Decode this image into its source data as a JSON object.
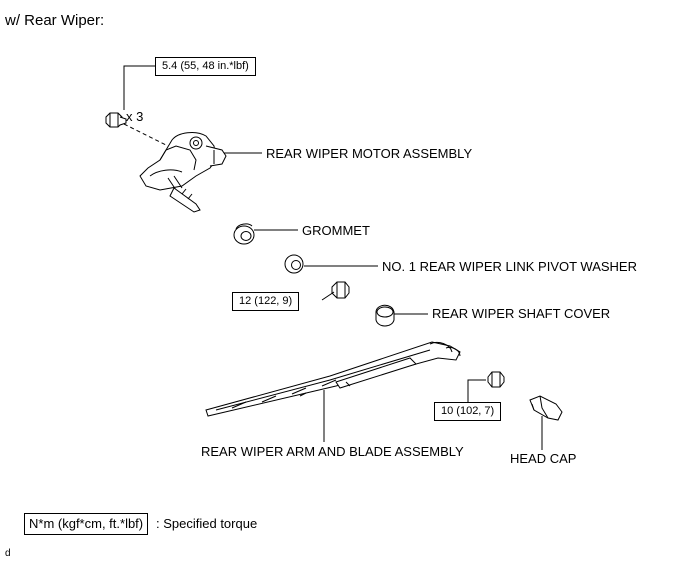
{
  "title": "w/ Rear Wiper:",
  "torque_specs": {
    "motor_bolt": "5.4 (55, 48 in.*lbf)",
    "pivot_nut": "12 (122, 9)",
    "arm_nut": "10 (102, 7)"
  },
  "quantity": "x 3",
  "parts": {
    "motor": "REAR WIPER MOTOR ASSEMBLY",
    "grommet": "GROMMET",
    "washer": "NO. 1 REAR WIPER LINK PIVOT WASHER",
    "shaft_cover": "REAR WIPER SHAFT COVER",
    "arm_blade": "REAR WIPER ARM AND BLADE ASSEMBLY",
    "head_cap": "HEAD CAP"
  },
  "legend": {
    "unit": "N*m (kgf*cm, ft.*lbf)",
    "description": ": Specified torque"
  },
  "figure_code": "d"
}
